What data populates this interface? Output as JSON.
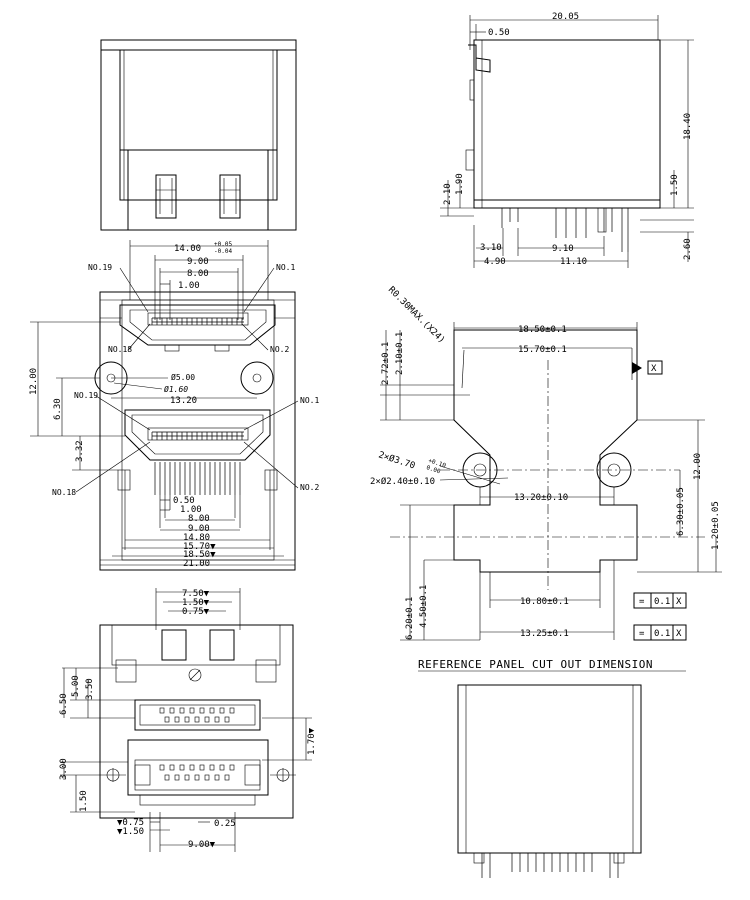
{
  "side_view": {
    "width": "20.05",
    "offset": "0.50",
    "height": "18.40",
    "d1": "2.10",
    "d2": "1.90",
    "d3": "1.50",
    "d4": "2.60",
    "p1": "3.10",
    "p2": "9.10",
    "p3": "4.90",
    "p4": "11.10"
  },
  "front_view": {
    "top_width": "14.00",
    "top_tol_plus": "+0.05",
    "top_tol_minus": "-0.04",
    "pitch_9": "9.00",
    "pitch_8": "8.00",
    "pitch_1": "1.00",
    "no19_top": "NO.19",
    "no1_top": "NO.1",
    "no18_top": "NO.18",
    "no2_top": "NO.2",
    "height_12": "12.00",
    "height_630": "6.30",
    "height_332": "3.32",
    "hole_500": "Ø5.00",
    "hole_160": "Ø1.60",
    "width_1320": "13.20",
    "no19_bot": "NO.19",
    "no1_bot": "NO.1",
    "no18_bot": "NO.18",
    "no2_bot": "NO.2",
    "b_050": "0.50",
    "b_100": "1.00",
    "b_800": "8.00",
    "b_900": "9.00",
    "b_1480": "14.80",
    "b_1570": "15.70▼",
    "b_1850": "18.50▼",
    "b_2100": "21.00"
  },
  "footprint": {
    "f_750": "7.50▼",
    "f_150": "1.50▼",
    "f_075": "0.75▼",
    "v_650": "6.50",
    "v_500": "5.00",
    "v_350": "3.50",
    "v_170": "1.70▼",
    "v_300": "3.00",
    "v_150": "1.50",
    "b_075": "▼0.75",
    "b_150": "▼1.50",
    "b_025": "0.25",
    "b_900": "9.00▼"
  },
  "panel_cutout": {
    "radius_note": "R0.30MAX.(X24)",
    "w_1850": "18.50±0.1",
    "w_1570": "15.70±0.1",
    "h_272": "2.72±0.1",
    "h_210": "2.10±0.1",
    "datum": "X",
    "hole_note1": "2×Ø3.70",
    "hole_tol_plus": "+0.10",
    "hole_tol_minus": "0.00",
    "hole_note2": "2×Ø2.40±0.10",
    "c_1320": "13.20±0.10",
    "v_1200": "12.00",
    "v_630": "6.30±0.05",
    "v_120": "1.20±0.05",
    "l_620": "6.20±0.1",
    "l_450": "4.50±0.1",
    "w_1080": "10.80±0.1",
    "w_1325": "13.25±0.1",
    "fcf_sym": "=",
    "fcf_tol": "0.1",
    "fcf_datum": "X",
    "title": "REFERENCE PANEL CUT OUT DIMENSION"
  }
}
